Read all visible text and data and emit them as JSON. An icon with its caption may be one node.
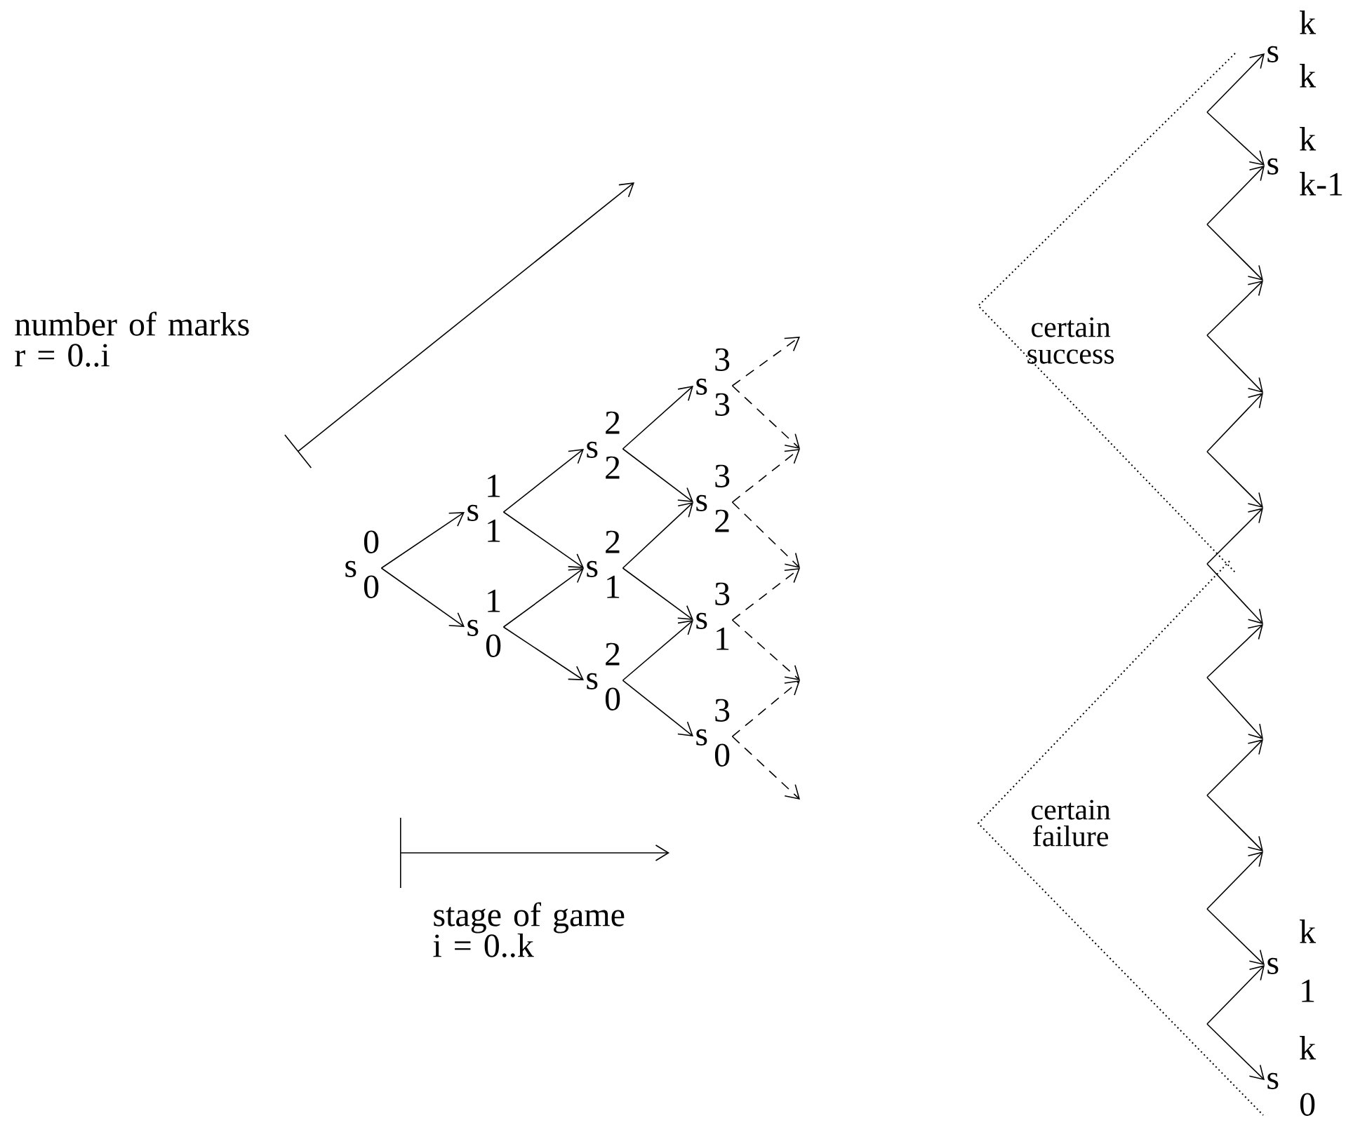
{
  "diagram": {
    "nodes": [
      {
        "text": [
          "s",
          "0",
          "0"
        ]
      },
      {
        "text": [
          "s",
          "1",
          "1"
        ]
      },
      {
        "text": [
          "s",
          "1",
          "0"
        ]
      },
      {
        "text": [
          "s",
          "2",
          "2"
        ]
      },
      {
        "text": [
          "s",
          "2",
          "1"
        ]
      },
      {
        "text": [
          "s",
          "2",
          "0"
        ]
      },
      {
        "text": [
          "s",
          "3",
          "3"
        ]
      },
      {
        "text": [
          "s",
          "3",
          "2"
        ]
      },
      {
        "text": [
          "s",
          "3",
          "1"
        ]
      },
      {
        "text": [
          "s",
          "3",
          "0"
        ]
      },
      {
        "text": [
          "s",
          "k",
          "k"
        ]
      },
      {
        "text": [
          "s",
          "k",
          "k-1"
        ]
      },
      {
        "text": [
          "s",
          "k",
          "1"
        ]
      },
      {
        "text": [
          "s",
          "k",
          "0"
        ]
      }
    ],
    "edges": [
      {
        "from": 0,
        "to": 1,
        "arrow": "to"
      },
      {
        "from": 0,
        "to": 2,
        "arrow": "to"
      },
      {
        "from": 1,
        "to": 3,
        "arrow": "to"
      },
      {
        "from": 1,
        "to": 4,
        "arrow": "to"
      },
      {
        "from": 2,
        "to": 4,
        "arrow": "to"
      },
      {
        "from": 2,
        "to": 5,
        "arrow": "to"
      },
      {
        "from": 3,
        "to": 6,
        "arrow": "to"
      },
      {
        "from": 3,
        "to": 7,
        "arrow": "to"
      },
      {
        "from": 4,
        "to": 7,
        "arrow": "to"
      },
      {
        "from": 4,
        "to": 8,
        "arrow": "to"
      },
      {
        "from": 5,
        "to": 8,
        "arrow": "to"
      },
      {
        "from": 5,
        "to": 9,
        "arrow": "to"
      },
      {
        "from": 6,
        "to": null,
        "arrow": "to",
        "style": "dashed"
      },
      {
        "from": 6,
        "to": null,
        "arrow": "to",
        "style": "dashed"
      },
      {
        "from": 7,
        "to": null,
        "arrow": "to",
        "style": "dashed"
      },
      {
        "from": 7,
        "to": null,
        "arrow": "to",
        "style": "dashed"
      },
      {
        "from": 8,
        "to": null,
        "arrow": "to",
        "style": "dashed"
      },
      {
        "from": 8,
        "to": null,
        "arrow": "to",
        "style": "dashed"
      },
      {
        "from": 9,
        "to": null,
        "arrow": "to",
        "style": "dashed"
      },
      {
        "from": 9,
        "to": null,
        "arrow": "to",
        "style": "dashed"
      },
      {
        "from": null,
        "to": 10,
        "arrow": "to"
      },
      {
        "from": null,
        "to": 11,
        "arrow": "to"
      },
      {
        "from": null,
        "to": 11,
        "arrow": "to"
      },
      {
        "from": null,
        "to": 12,
        "arrow": "to"
      },
      {
        "from": null,
        "to": 12,
        "arrow": "to"
      },
      {
        "from": null,
        "to": 13,
        "arrow": "to"
      }
    ],
    "labels": [
      "number of marks r = 0..i",
      "certain success",
      "stage of game i = 0..k",
      "certain failure"
    ]
  }
}
